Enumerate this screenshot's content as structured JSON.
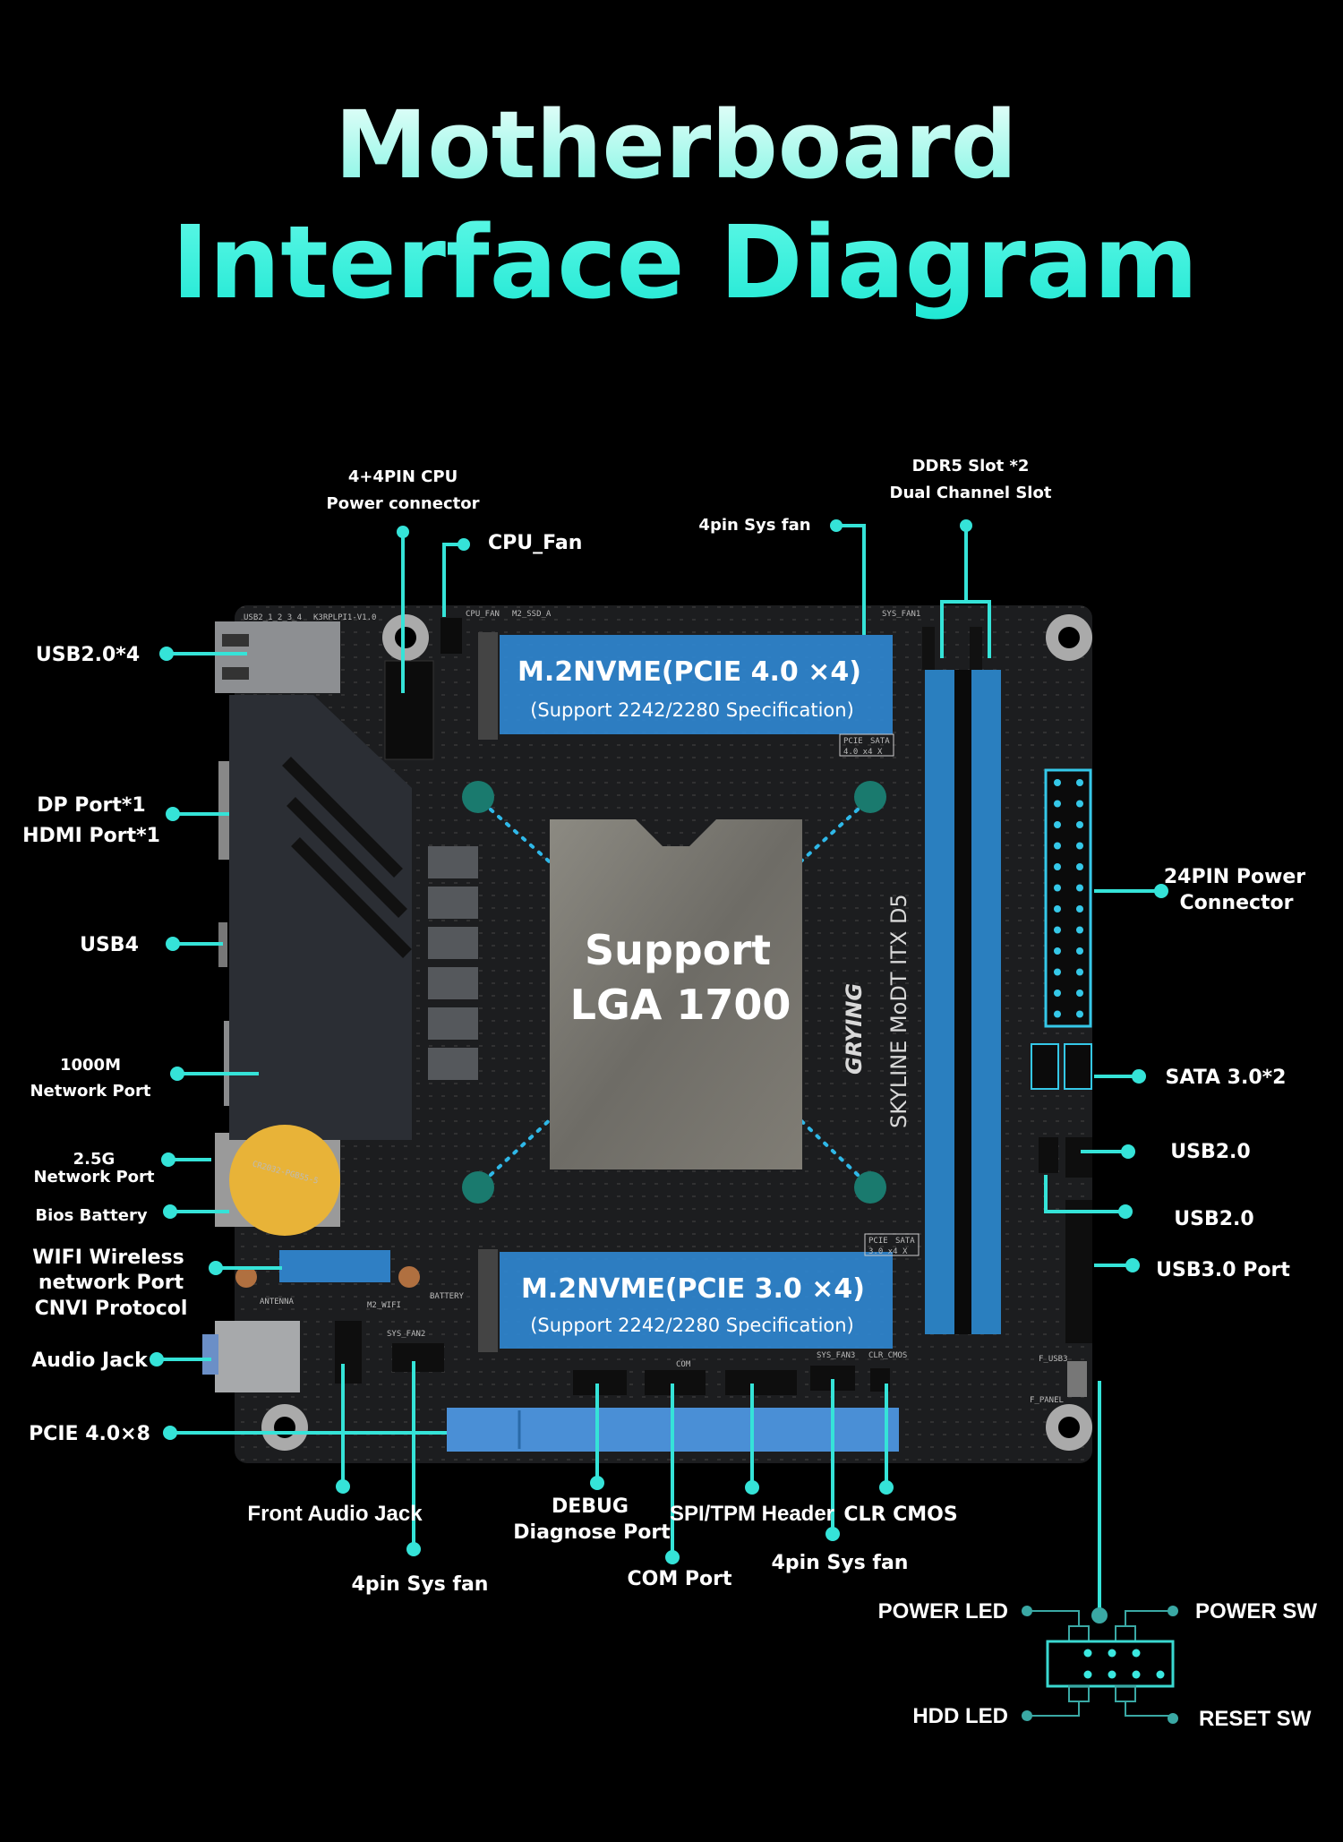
{
  "title": {
    "line1": "Motherboard",
    "line2": "Interface Diagram",
    "colors": {
      "line1": "#c8fff2",
      "line2": "#2ef3dd"
    }
  },
  "accent_color": "#35e3d8",
  "board": {
    "nvme_top": {
      "title": "M.2NVME(PCIE 4.0 ×4)",
      "subtitle": "(Support 2242/2280 Specification)"
    },
    "nvme_bottom": {
      "title": "M.2NVME(PCIE 3.0 ×4)",
      "subtitle": "(Support 2242/2280 Specification)"
    },
    "cpu": {
      "line1": "Support",
      "line2": "LGA 1700"
    },
    "model": "SKYLINE MoDT ITX D5",
    "brand": "GRYING",
    "battery_text": "CR2032-PGB55-5",
    "silkscreen": [
      "USB2_1_2_3_4",
      "K3RPLPI1-V1.0",
      "CPU_FAN",
      "M2_SSD_A",
      "SYS_FAN1",
      "SYS_FAN2",
      "ANTENNA",
      "BATTERY",
      "M2_WIFI",
      "COM",
      "SYS_FAN3",
      "CLR_CMOS",
      "F_PANEL",
      "F_USB3"
    ],
    "pcie_table_top": {
      "h1": "PCIE",
      "h2": "SATA",
      "v1": "4.0 x4",
      "v2": "X"
    },
    "pcie_table_bottom": {
      "h1": "PCIE",
      "h2": "SATA",
      "v1": "3.0 x4",
      "v2": "X"
    }
  },
  "labels": {
    "cpu_power": [
      "4+4PIN CPU",
      "Power connector"
    ],
    "cpu_fan": "CPU_Fan",
    "sys_fan_top": "4pin Sys fan",
    "ddr5": [
      "DDR5 Slot *2",
      "Dual Channel Slot"
    ],
    "usb2x4": "USB2.0*4",
    "dp_hdmi": [
      "DP Port*1",
      "HDMI Port*1"
    ],
    "usb4": "USB4",
    "lan1000": [
      "1000M",
      "Network Port"
    ],
    "lan25": [
      "2.5G",
      "Network Port"
    ],
    "bios_battery": "Bios Battery",
    "wifi": [
      "WIFI Wireless",
      "network Port",
      "CNVI Protocol"
    ],
    "audio_jack": "Audio Jack",
    "pcie": "PCIE 4.0×8",
    "front_audio": "Front Audio Jack",
    "sys_fan_bl": "4pin Sys fan",
    "debug": [
      "DEBUG",
      "Diagnose Port"
    ],
    "com": "COM Port",
    "spi_tpm": "SPI/TPM Header",
    "sys_fan_b": "4pin Sys fan",
    "clr_cmos": "CLR CMOS",
    "atx24": [
      "24PIN Power",
      "Connector"
    ],
    "sata": "SATA 3.0*2",
    "usb2_a": "USB2.0",
    "usb2_b": "USB2.0",
    "usb3": "USB3.0 Port"
  },
  "front_panel": {
    "power_led": "POWER LED",
    "power_sw": "POWER SW",
    "hdd_led": "HDD LED",
    "reset_sw": "RESET SW"
  }
}
